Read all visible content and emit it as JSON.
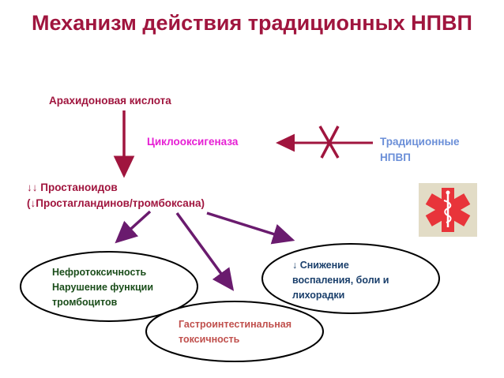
{
  "title": "Механизм действия традиционных НПВП",
  "nodes": {
    "arachidonic_acid": "Арахидоновая кислота",
    "cyclooxygenase": "Циклооксигеназа",
    "traditional_nsaids": [
      "Традиционные",
      "НПВП"
    ],
    "prostanoids": [
      "↓↓ Простаноидов",
      "(↓Простагландинов/тромбоксана)"
    ]
  },
  "effects": {
    "nephrotoxicity": [
      "Нефротоксичность",
      "Нарушение функции",
      "тромбоцитов"
    ],
    "reduction": [
      "↓ Снижение",
      "воспаления, боли и",
      "лихорадки"
    ],
    "gastro": [
      "Гастроинтестинальная",
      "токсичность"
    ]
  },
  "icon": "medical-caduceus-star-icon",
  "colors": {
    "title": "#a0153e",
    "arrow_red": "#a0153e",
    "arrow_purple": "#6a1b6e",
    "cyclooxygenase": "#e61fd4",
    "traditional_nsaids": "#6b8fd8",
    "nephro_text": "#1a4d1a",
    "reduction_text": "#1a3f6b",
    "gastro_text": "#c0504d"
  }
}
